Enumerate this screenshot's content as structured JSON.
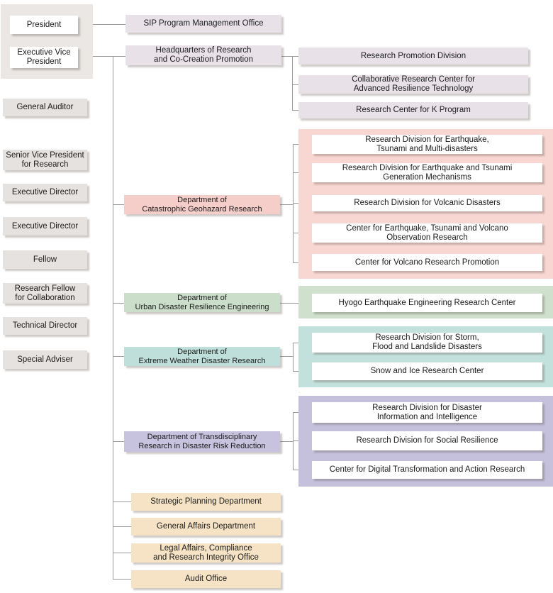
{
  "palette": {
    "lavender": "#e8e2e8",
    "pink_box": "#f5cdc9",
    "pink_panel": "#f8d6d2",
    "green_box": "#cbdeca",
    "green_panel": "#cfe0cc",
    "teal_box": "#bfe0da",
    "teal_panel": "#c3e1dc",
    "purple_box": "#c7c2de",
    "purple_panel": "#c5c0dc",
    "tan_box": "#f6e3c5",
    "gray_box": "#e6e2df",
    "gray_panel": "#eae7e4",
    "white_box": "#ffffff",
    "connector_line": "#9b9b9b",
    "text": "#1b1b1b"
  },
  "executives": {
    "president": "President",
    "vice_president": "Executive Vice\nPresident"
  },
  "officers": [
    "General Auditor",
    "Senior Vice President\nfor Research",
    "Executive Director",
    "Executive Director",
    "Fellow",
    "Research Fellow\nfor Collaboration",
    "Technical Director",
    "Special Adviser"
  ],
  "sip_office": "SIP Program Management Office",
  "headquarters": {
    "label": "Headquarters of Research\nand Co-Creation Promotion",
    "units": [
      "Research Promotion Division",
      "Collaborative Research Center for\nAdvanced Resilience Technology",
      "Research Center for K Program"
    ]
  },
  "departments": [
    {
      "label": "Department of\nCatastrophic Geohazard Research",
      "units": [
        "Research Division for Earthquake,\nTsunami and Multi-disasters",
        "Research Division for Earthquake and Tsunami\nGeneration Mechanisms",
        "Research Division for Volcanic Disasters",
        "Center for Earthquake, Tsunami and Volcano\nObservation Research",
        "Center for Volcano Research Promotion"
      ]
    },
    {
      "label": "Department of\nUrban Disaster Resilience Engineering",
      "units": [
        "Hyogo Earthquake Engineering Research Center"
      ]
    },
    {
      "label": "Department of\nExtreme Weather Disaster Research",
      "units": [
        "Research Division for Storm,\nFlood and Landslide Disasters",
        "Snow and Ice Research Center"
      ]
    },
    {
      "label": "Department of Transdisciplinary\nResearch in Disaster Risk Reduction",
      "units": [
        "Research Division for Disaster\nInformation and Intelligence",
        "Research Division for Social Resilience",
        "Center for Digital Transformation and Action Research"
      ]
    }
  ],
  "admin_offices": [
    "Strategic Planning Department",
    "General Affairs Department",
    "Legal Affairs, Compliance\nand Research Integrity Office",
    "Audit Office"
  ]
}
